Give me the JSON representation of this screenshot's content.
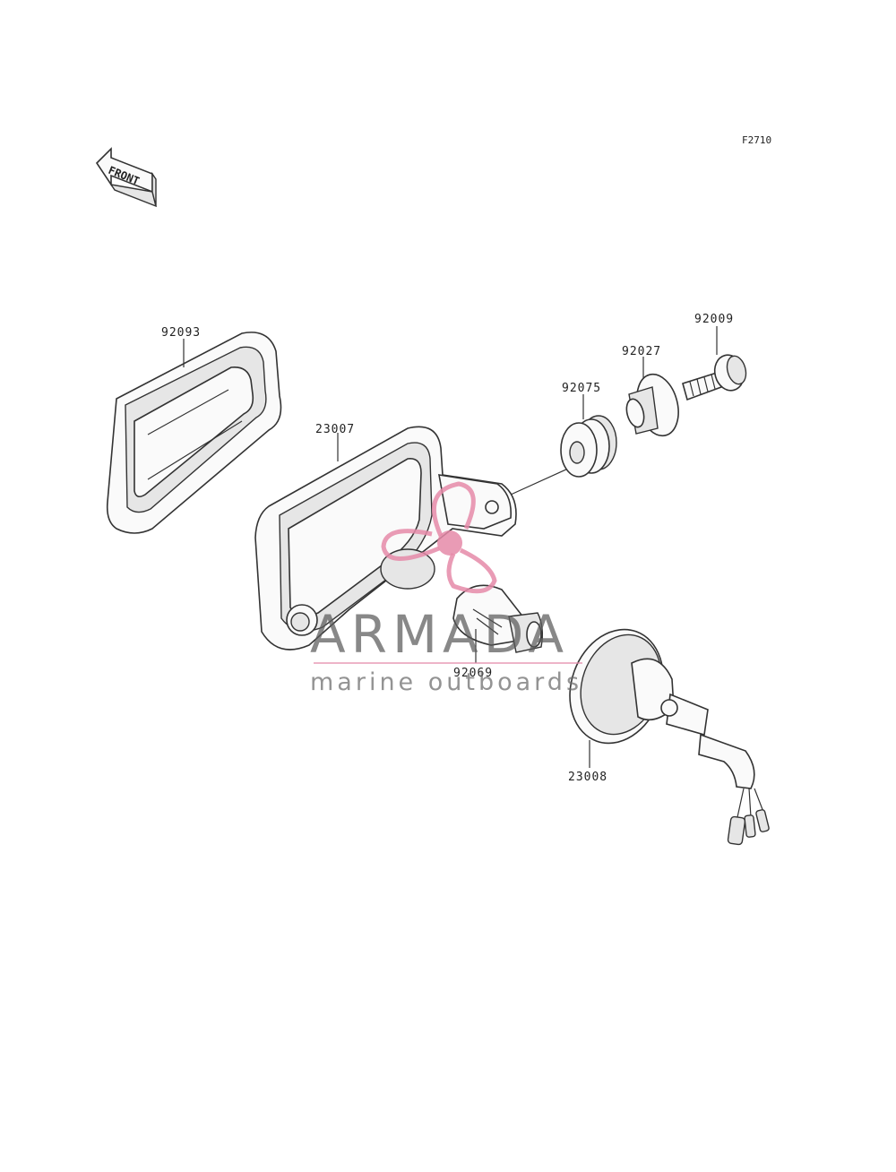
{
  "diagram": {
    "figure_code": "F2710",
    "front_label": "FRONT",
    "parts": {
      "p92093": "92093",
      "p23007": "23007",
      "p92075": "92075",
      "p92027": "92027",
      "p92009": "92009",
      "p92069": "92069",
      "p23008": "23008"
    }
  },
  "watermark": {
    "name": "ARMADA",
    "tagline": "marine outboards",
    "accent_color": "#e58aa8"
  }
}
